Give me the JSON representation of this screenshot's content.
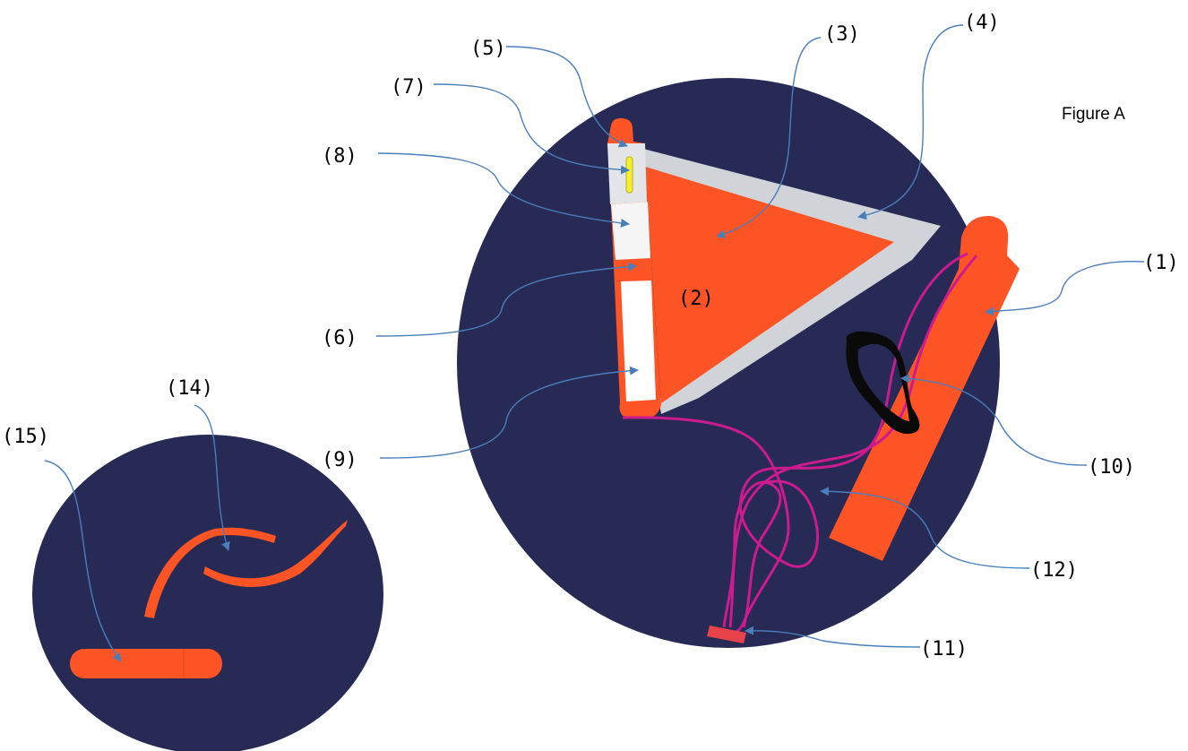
{
  "figure": {
    "title": "Figure A",
    "inner_label": "(2)",
    "labels": {
      "l1": "(1)",
      "l3": "(3)",
      "l4": "(4)",
      "l5": "(5)",
      "l6": "(6)",
      "l7": "(7)",
      "l8": "(8)",
      "l9": "(9)",
      "l10": "(10)",
      "l11": "(11)",
      "l12": "(12)",
      "l14": "(14)",
      "l15": "(15)"
    }
  },
  "colors": {
    "background_disc": "#262a55",
    "orange": "#fd5426",
    "grey": "#d0d3d8",
    "magenta": "#cc1a8f",
    "black": "#0a0a0a",
    "yellow": "#f5ef2c",
    "white": "#ffffff",
    "leader": "#4a7ebb",
    "red_toggle": "#e8434b"
  }
}
